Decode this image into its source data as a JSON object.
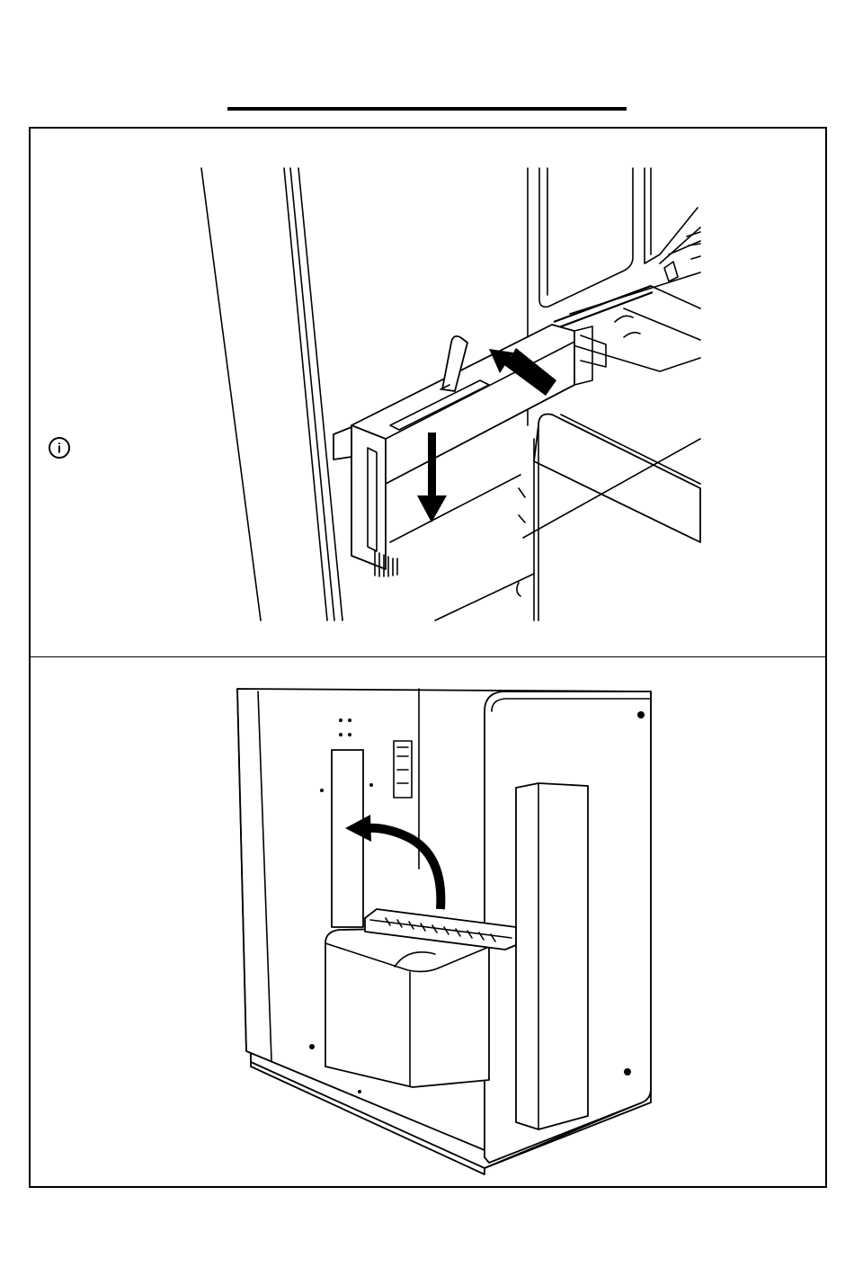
{
  "page": {
    "title_rule": "",
    "step_one": {
      "info_icon": "info-icon",
      "info_glyph": "i",
      "arrows": [
        "arrow-push-in",
        "arrow-slide-down"
      ]
    },
    "step_two": {
      "arrows": [
        "arrow-rotate-up"
      ]
    }
  },
  "colors": {
    "ink": "#000000",
    "paper": "#ffffff"
  }
}
